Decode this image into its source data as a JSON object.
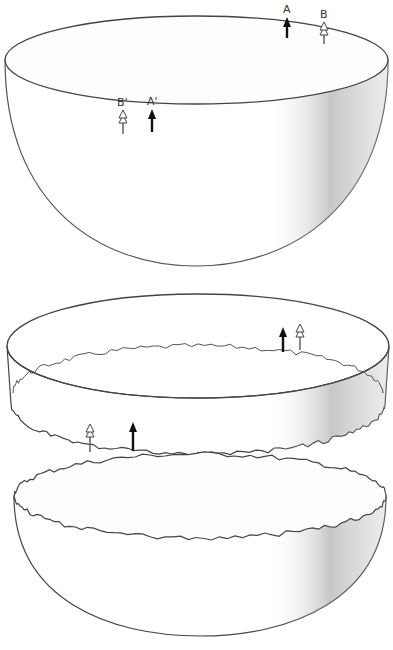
{
  "diagram": {
    "labels": [
      "A",
      "B",
      "B'",
      "A'"
    ]
  }
}
